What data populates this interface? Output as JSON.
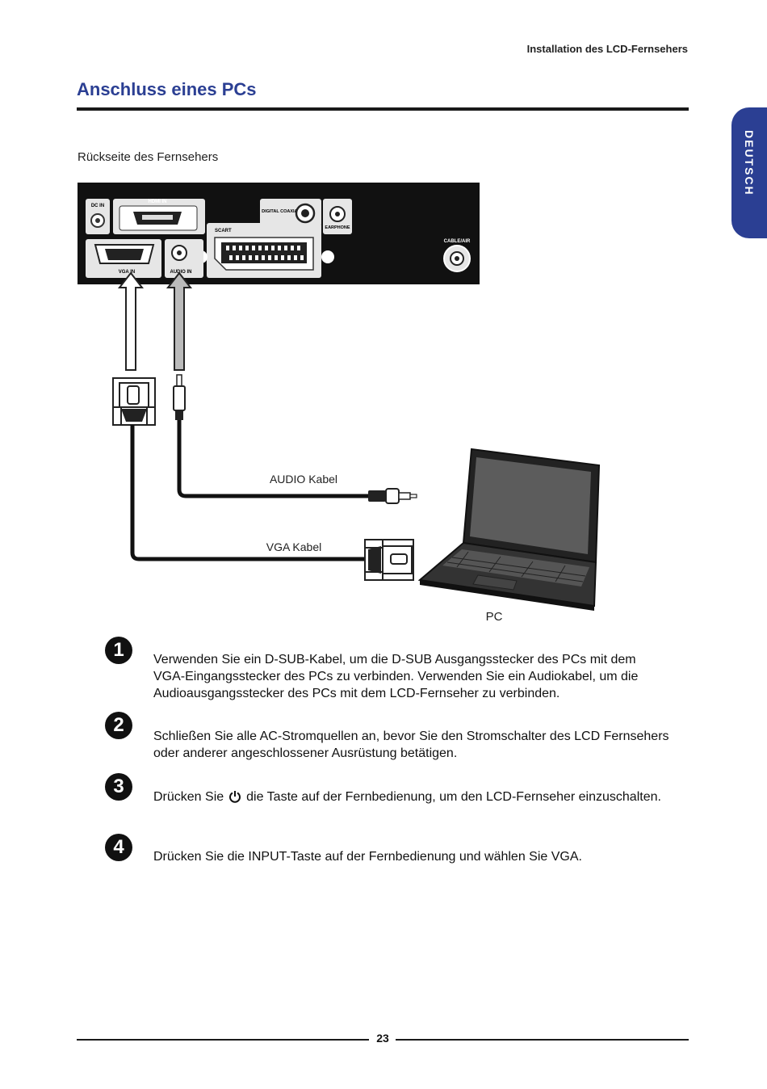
{
  "header": {
    "section_title": "Installation des LCD-Fernsehers"
  },
  "page_title": "Anschluss eines PCs",
  "language_tab": "DEUTSCH",
  "diagram": {
    "caption": "Rückseite des Fernsehers",
    "tv_ports": {
      "dc_in": "DC IN",
      "hdmi_in": "HDMI IN",
      "digital_coaxial": "DIGITAL COAXIAL",
      "earphone": "EARPHONE",
      "scart": "SCART",
      "vga_in": "VGA IN",
      "audio_in": "AUDIO IN",
      "cable_air": "CABLE/AIR"
    },
    "audio_cable_label": "AUDIO Kabel",
    "vga_cable_label": "VGA Kabel",
    "pc_label": "PC"
  },
  "steps": [
    {
      "number": "1",
      "text_part1": "Verwenden Sie ein D-SUB-Kabel, um die D-SUB Ausgangsstecker des PCs mit dem VGA-Eingangsstecker des PCs zu verbinden. Verwenden Sie ein Audiokabel, um die Audioausgangsstecker des PCs mit dem LCD-Fernseher zu verbinden.",
      "text_part2": ""
    },
    {
      "number": "2",
      "text_part1": "Schließen Sie alle AC-Stromquellen an, bevor Sie den Stromschalter des LCD Fernsehers oder anderer angeschlossener Ausrüstung betätigen.",
      "text_part2": ""
    },
    {
      "number": "3",
      "text_part1": "Drücken Sie",
      "text_part2": "die Taste auf der Fernbedienung, um den LCD-Fernseher einzuschalten."
    },
    {
      "number": "4",
      "text_part1": "Drücken Sie die INPUT-Taste auf der Fernbedienung und wählen Sie VGA.",
      "text_part2": ""
    }
  ],
  "footer": {
    "page_number": "23"
  },
  "colors": {
    "accent_blue": "#2b3f93",
    "panel_black": "#111111"
  },
  "icons": {
    "power": "power-icon"
  }
}
